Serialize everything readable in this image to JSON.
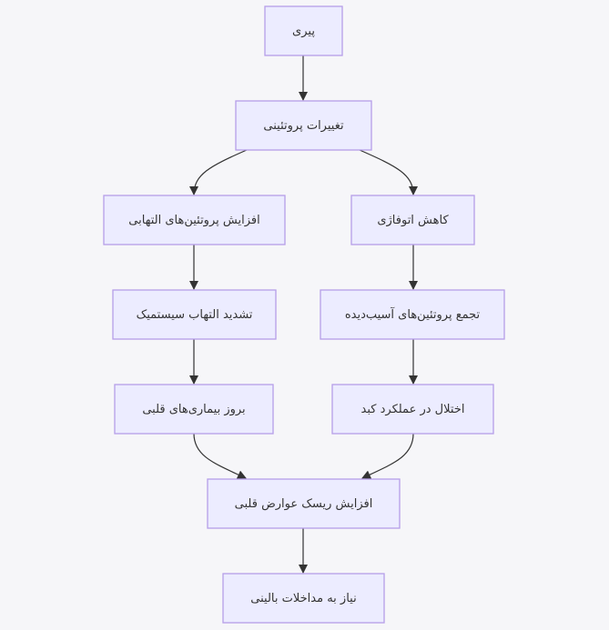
{
  "diagram": {
    "type": "flowchart",
    "nodes": [
      {
        "id": "A",
        "label": "پیری"
      },
      {
        "id": "B",
        "label": "تغییرات پروتئینی"
      },
      {
        "id": "C",
        "label": "افزایش پروتئین‌های التهابی"
      },
      {
        "id": "D",
        "label": "کاهش اتوفاژی"
      },
      {
        "id": "E",
        "label": "تشدید التهاب سیستمیک"
      },
      {
        "id": "F",
        "label": "تجمع پروتئین‌های آسیب‌دیده"
      },
      {
        "id": "G",
        "label": "بروز بیماری‌های قلبی"
      },
      {
        "id": "H",
        "label": "اختلال در عملکرد کبد"
      },
      {
        "id": "I",
        "label": "افزایش ریسک عوارض قلبی"
      },
      {
        "id": "J",
        "label": "نیاز به مداخلات بالینی"
      }
    ],
    "edges": [
      [
        "A",
        "B"
      ],
      [
        "B",
        "C"
      ],
      [
        "B",
        "D"
      ],
      [
        "C",
        "E"
      ],
      [
        "D",
        "F"
      ],
      [
        "E",
        "G"
      ],
      [
        "F",
        "H"
      ],
      [
        "G",
        "I"
      ],
      [
        "H",
        "I"
      ],
      [
        "I",
        "J"
      ]
    ],
    "colors": {
      "node_fill": "#ececff",
      "node_stroke": "#b69ee8",
      "edge": "#333333",
      "background": "#f6f6f9"
    }
  }
}
